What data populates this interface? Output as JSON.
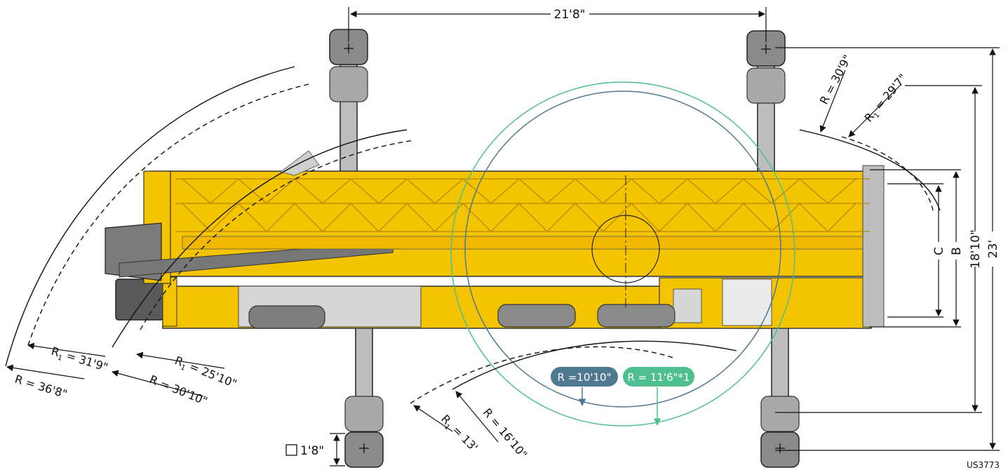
{
  "dimensions": {
    "track_width": "21'8\"",
    "total_width": "23'",
    "outrigger_span": "18'10\"",
    "dim_b": "B",
    "dim_c": "C",
    "pad_size": "1'8\""
  },
  "radii": {
    "r_tail": "R = 36'8\"",
    "r1_tail": "R",
    "r1_tail_sub": "1",
    "r1_tail_val": " = 31'9\"",
    "r_tail_inner": "R = 30'10\"",
    "r1_tail_inner": "R",
    "r1_tail_inner_sub": "1",
    "r1_tail_inner_val": " = 25'10\"",
    "r_front_right": "R = 30'9\"",
    "r1_front_right": "R",
    "r1_front_right_sub": "1",
    "r1_front_right_val": " = 29'7\"",
    "r_bottom": "R = 16'10\"",
    "r1_bottom": "R",
    "r1_bottom_sub": "1",
    "r1_bottom_val": " = 13'"
  },
  "pills": {
    "blue_label": "R =10'10\"",
    "blue_color": "#4f7891",
    "green_label": "R = 11'6\"*1",
    "green_color": "#4fbf8f"
  },
  "code": "US3773",
  "colors": {
    "crane_yellow": "#f5c400",
    "lattice": "#e0a800",
    "gray": "#a9a9a9",
    "dark_gray": "#5a5a5a"
  }
}
